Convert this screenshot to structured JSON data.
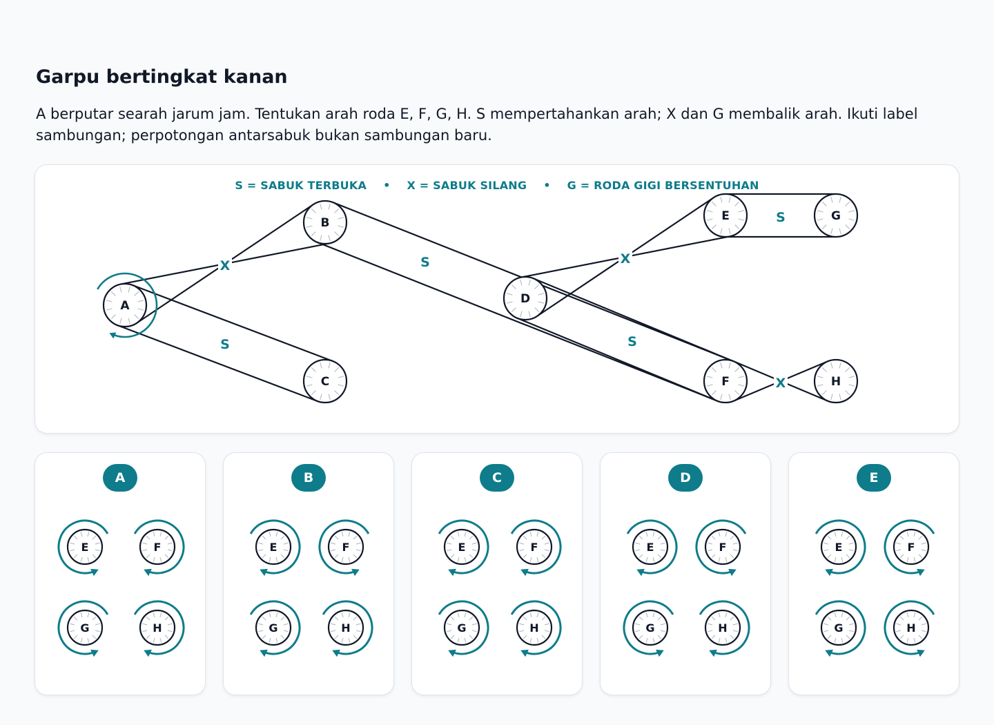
{
  "title": "Garpu bertingkat kanan",
  "prompt": "A berputar searah jarum jam. Tentukan arah roda E, F, G, H. S mempertahankan arah; X dan G membalik arah. Ikuti label sambungan; perpotongan antarsabuk bukan sambungan baru.",
  "legend": {
    "s": "S = SABUK TERBUKA",
    "x": "X = SABUK SILANG",
    "g": "G = RODA GIGI BERSENTUHAN",
    "separator": "•"
  },
  "colors": {
    "accent": "#0e7c8a",
    "ink": "#111827",
    "spoke": "#b8bec6"
  },
  "diagram": {
    "wheels": [
      {
        "id": "A",
        "label": "A"
      },
      {
        "id": "B",
        "label": "B"
      },
      {
        "id": "C",
        "label": "C"
      },
      {
        "id": "D",
        "label": "D"
      },
      {
        "id": "E",
        "label": "E"
      },
      {
        "id": "F",
        "label": "F"
      },
      {
        "id": "G",
        "label": "G"
      },
      {
        "id": "H",
        "label": "H"
      }
    ],
    "connections": [
      {
        "from": "A",
        "to": "B",
        "type": "X",
        "label": "X"
      },
      {
        "from": "A",
        "to": "C",
        "type": "S",
        "label": "S"
      },
      {
        "from": "B",
        "to": "F",
        "type": "S",
        "label": "S"
      },
      {
        "from": "D",
        "to": "E",
        "type": "X",
        "label": "X"
      },
      {
        "from": "E",
        "to": "G",
        "type": "S",
        "label": "S"
      },
      {
        "from": "F",
        "to": "H",
        "type": "X",
        "label": "X"
      }
    ],
    "given": {
      "wheel": "A",
      "direction": "clockwise"
    }
  },
  "options": [
    {
      "label": "A",
      "wheels": [
        {
          "label": "E",
          "direction": "counterclockwise"
        },
        {
          "label": "F",
          "direction": "clockwise"
        },
        {
          "label": "G",
          "direction": "counterclockwise"
        },
        {
          "label": "H",
          "direction": "clockwise"
        }
      ]
    },
    {
      "label": "B",
      "wheels": [
        {
          "label": "E",
          "direction": "clockwise"
        },
        {
          "label": "F",
          "direction": "counterclockwise"
        },
        {
          "label": "G",
          "direction": "clockwise"
        },
        {
          "label": "H",
          "direction": "clockwise"
        }
      ]
    },
    {
      "label": "C",
      "wheels": [
        {
          "label": "E",
          "direction": "clockwise"
        },
        {
          "label": "F",
          "direction": "clockwise"
        },
        {
          "label": "G",
          "direction": "clockwise"
        },
        {
          "label": "H",
          "direction": "clockwise"
        }
      ]
    },
    {
      "label": "D",
      "wheels": [
        {
          "label": "E",
          "direction": "clockwise"
        },
        {
          "label": "F",
          "direction": "counterclockwise"
        },
        {
          "label": "G",
          "direction": "counterclockwise"
        },
        {
          "label": "H",
          "direction": "clockwise"
        }
      ]
    },
    {
      "label": "E",
      "wheels": [
        {
          "label": "E",
          "direction": "clockwise"
        },
        {
          "label": "F",
          "direction": "counterclockwise"
        },
        {
          "label": "G",
          "direction": "clockwise"
        },
        {
          "label": "H",
          "direction": "counterclockwise"
        }
      ]
    }
  ]
}
